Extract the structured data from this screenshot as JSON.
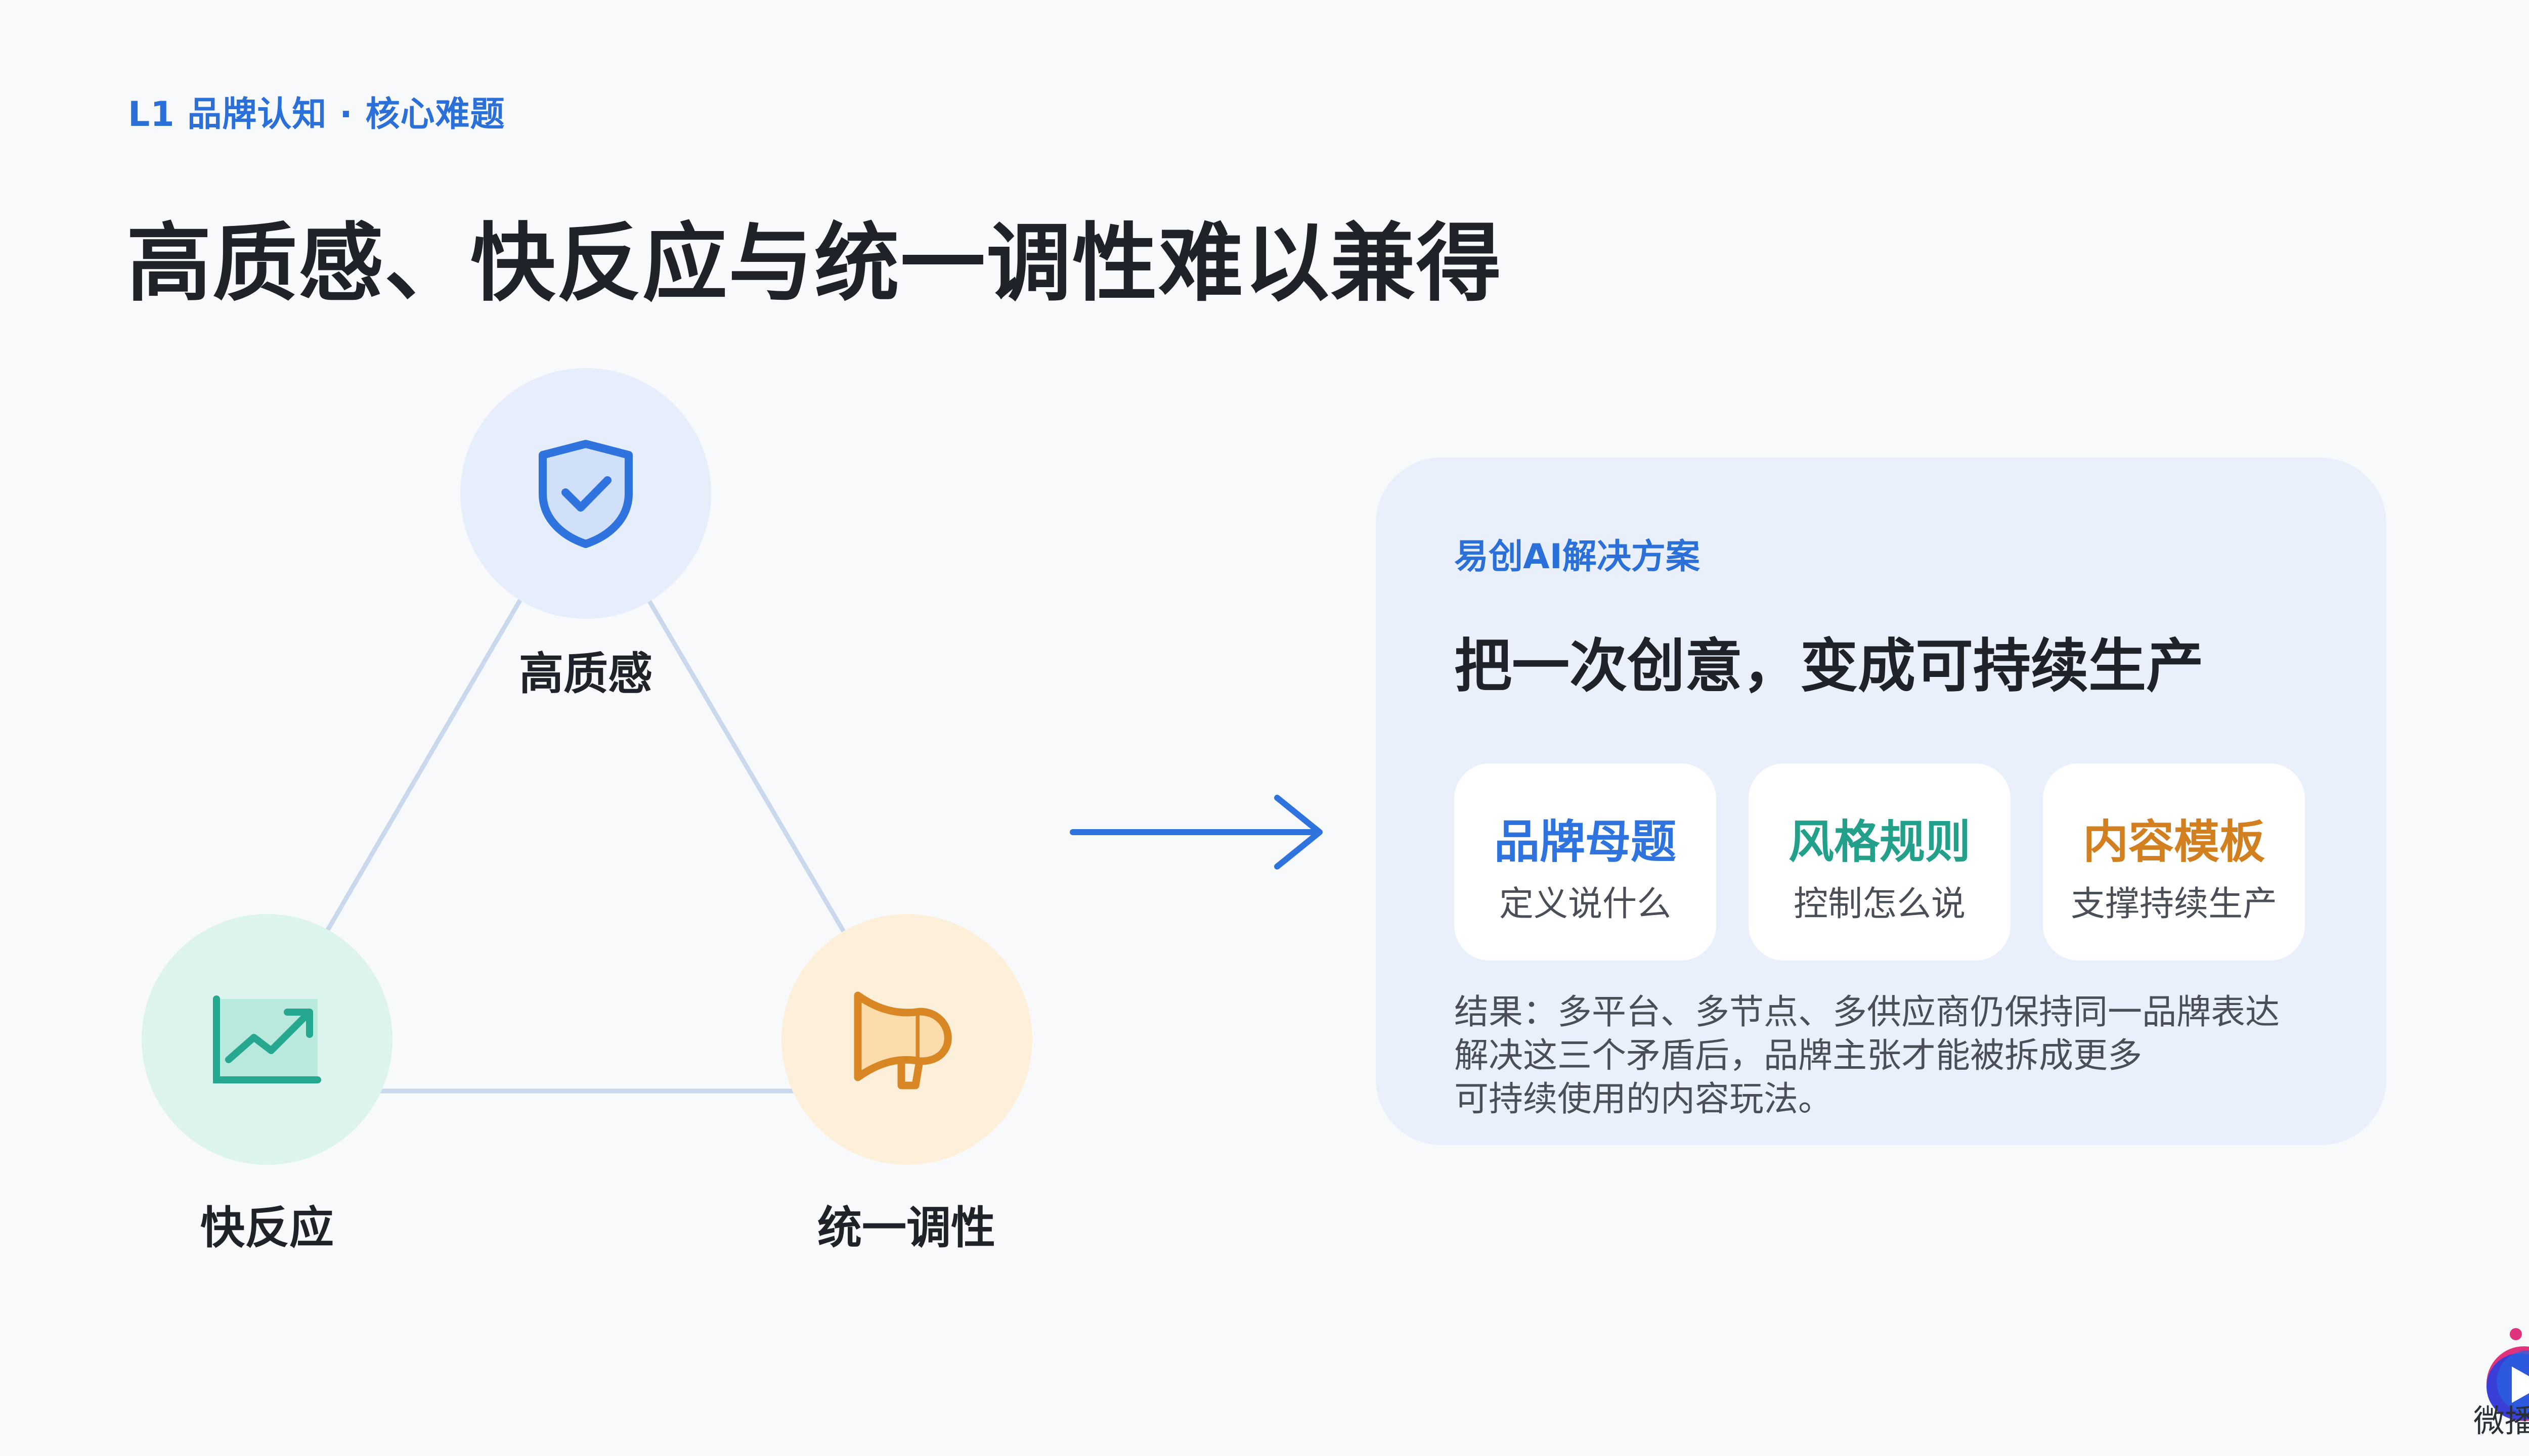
{
  "header": {
    "eyebrow": "L1 品牌认知 · 核心难题",
    "title": "高质感、快反应与统一调性难以兼得"
  },
  "diagram": {
    "nodes": [
      {
        "id": "quality",
        "label": "高质感",
        "icon": "shield-check-icon",
        "color": "#2f74de",
        "bg": "#e6eefb"
      },
      {
        "id": "speed",
        "label": "快反应",
        "icon": "trend-chart-icon",
        "color": "#26a78f",
        "bg": "#ddf4ee"
      },
      {
        "id": "tone",
        "label": "统一调性",
        "icon": "megaphone-icon",
        "color": "#d98724",
        "bg": "#fdf0da"
      }
    ],
    "edge_color": "#c9d8ec"
  },
  "arrow": {
    "icon": "arrow-right-icon",
    "color": "#2f74de"
  },
  "panel": {
    "eyebrow": "易创AI解决方案",
    "title": "把一次创意，变成可持续生产",
    "cards": [
      {
        "title": "品牌母题",
        "sub": "定义说什么",
        "color": "#2f74de"
      },
      {
        "title": "风格规则",
        "sub": "控制怎么说",
        "color": "#22a08a"
      },
      {
        "title": "内容模板",
        "sub": "支撑持续生产",
        "color": "#d17f1f"
      }
    ],
    "result_lines": [
      "结果：多平台、多节点、多供应商仍保持同一品牌表达",
      "解决这三个矛盾后，品牌主张才能被拆成更多",
      "可持续使用的内容玩法。"
    ]
  },
  "logo": {
    "text": "微播易",
    "icon": "play-logo-icon"
  }
}
